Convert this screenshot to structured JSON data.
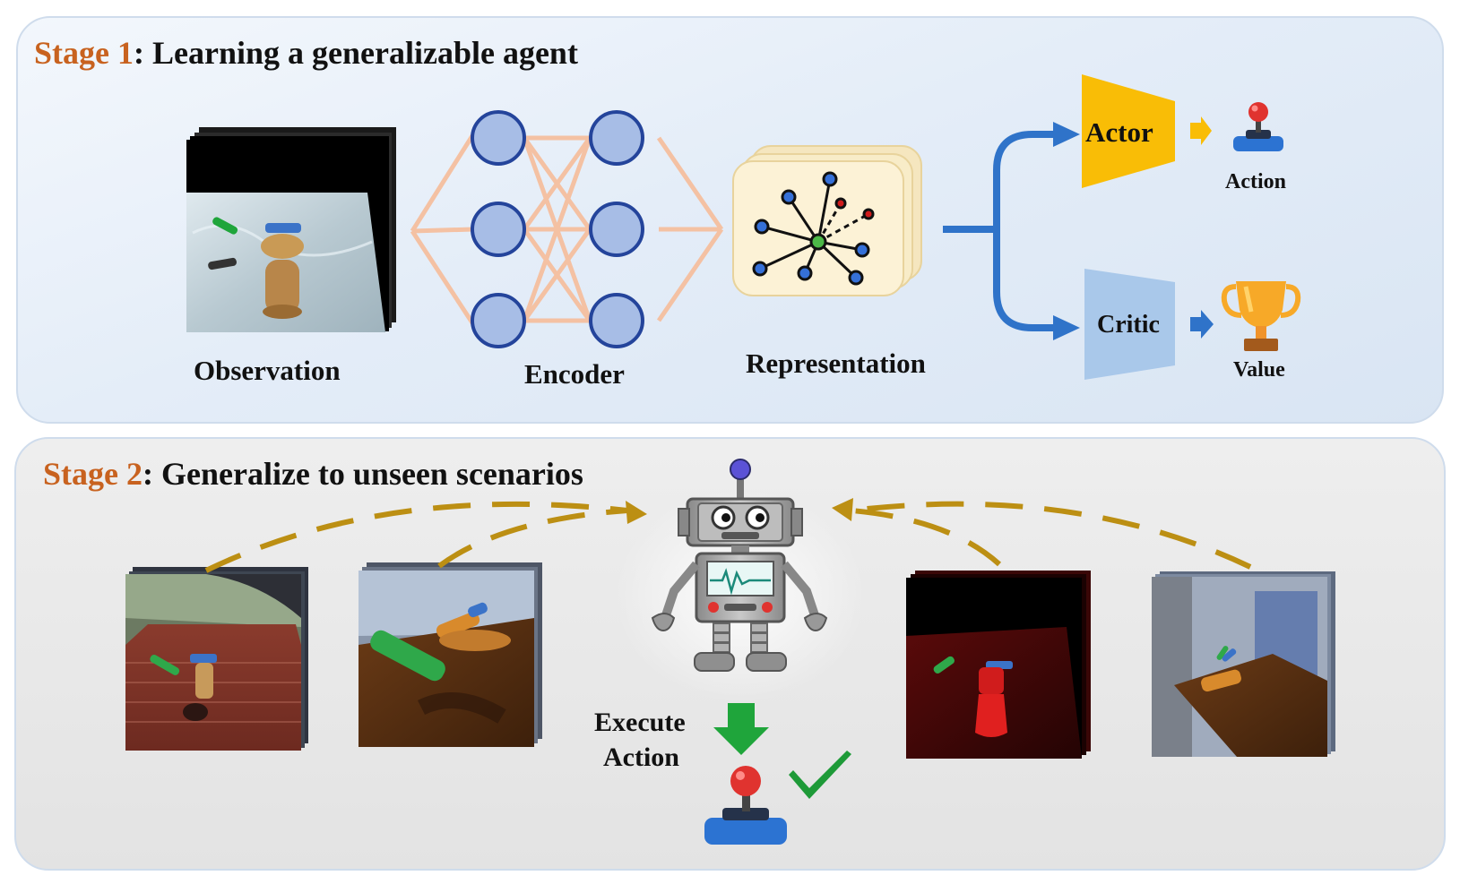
{
  "stage1": {
    "stage_label": "Stage 1",
    "title": ": Learning a generalizable agent"
  },
  "stage2": {
    "stage_label": "Stage 2",
    "title": ": Generalize to unseen scenarios"
  },
  "labels": {
    "observation": "Observation",
    "encoder": "Encoder",
    "representation": "Representation",
    "actor": "Actor",
    "critic": "Critic",
    "action": "Action",
    "value": "Value",
    "execute_line1": "Execute",
    "execute_line2": "Action"
  },
  "colors": {
    "accent": "#c8621f",
    "actor": "#f9bd06",
    "critic": "#a9c8ea",
    "node": "#a7bde6",
    "node_stroke": "#24449b",
    "edge": "#f6bd9a",
    "branch": "#2f73c9",
    "dashed_arrow": "#bc8f13",
    "check": "#1e9a38",
    "down_arrow": "#1fa53b"
  },
  "icons": [
    "joystick-icon",
    "trophy-icon",
    "robot-icon",
    "checkmark-icon",
    "down-arrow-icon",
    "graph-icon"
  ]
}
